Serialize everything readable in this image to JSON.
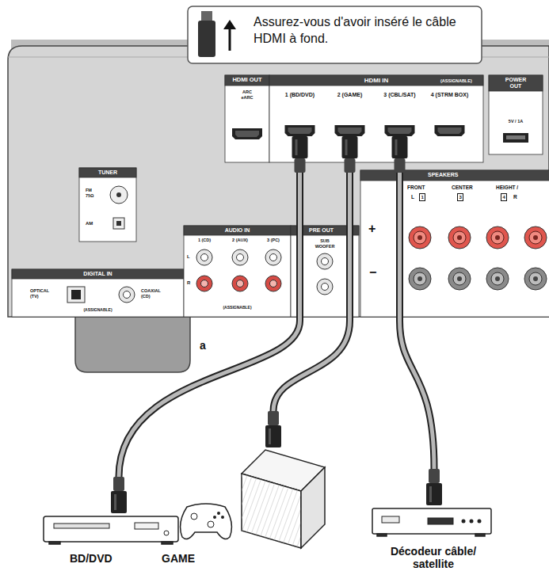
{
  "diagram": {
    "nodes": [
      {
        "text": [
          "Assurez-vous d'avoir inséré le câble HDMI à fond."
        ]
      },
      {
        "text": [
          "HDMI OUT",
          "ARC eARC"
        ]
      },
      {
        "text": [
          "HDMI IN",
          "(ASSIGNABLE)"
        ]
      },
      {
        "text": [
          "1 (BD/DVD)"
        ],
        "in": 2
      },
      {
        "text": [
          "2 (GAME)"
        ],
        "in": 2
      },
      {
        "text": [
          "3 (CBL/SAT)"
        ],
        "in": 2
      },
      {
        "text": [
          "4 (STRM BOX)"
        ],
        "in": 2
      },
      {
        "text": [
          "POWER OUT",
          "5V / 1A"
        ]
      },
      {
        "text": [
          "TUNER",
          "FM 75Ω",
          "AM"
        ]
      },
      {
        "text": [
          "AUDIO IN",
          "1 (CD)",
          "2 (AUX)",
          "3 (PC)",
          "L",
          "R",
          "(ASSIGNABLE)"
        ]
      },
      {
        "text": [
          "DIGITAL IN",
          "OPTICAL (TV)",
          "COAXIAL (CD)",
          "(ASSIGNABLE)"
        ]
      },
      {
        "text": [
          "PRE OUT",
          "SUB WOOFER"
        ]
      },
      {
        "text": [
          "SPEAKERS",
          "FRONT",
          "L",
          "CENTER",
          "HEIGHT /",
          "R"
        ]
      },
      {
        "text": [
          "BD/DVD"
        ]
      },
      {
        "text": [
          "GAME"
        ]
      },
      {
        "text": [
          "Décodeur câble/ satellite"
        ]
      }
    ],
    "edges": [
      {
        "from": 3,
        "to": 13,
        "arrow": "none"
      },
      {
        "from": 4,
        "to": 14,
        "arrow": "none"
      },
      {
        "from": 5,
        "to": 15,
        "arrow": "none"
      }
    ],
    "labels": [
      "1",
      "3",
      "4",
      "+",
      "−",
      "a"
    ]
  }
}
